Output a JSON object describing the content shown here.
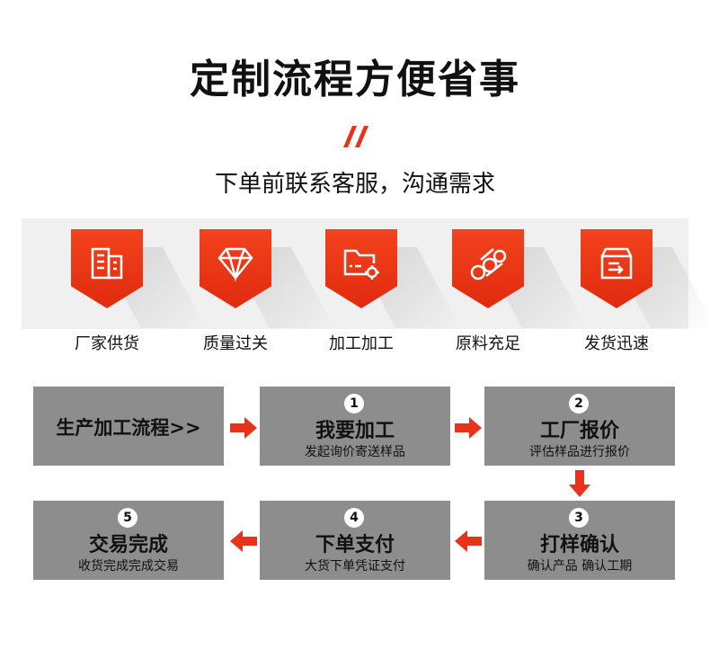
{
  "header": {
    "title": "定制流程方便省事",
    "subtitle": "下单前联系客服，沟通需求"
  },
  "features": [
    {
      "label": "厂家供货",
      "icon": "factory-building-icon"
    },
    {
      "label": "质量过关",
      "icon": "diamond-icon"
    },
    {
      "label": "加工加工",
      "icon": "folder-gear-icon"
    },
    {
      "label": "原料充足",
      "icon": "material-rolls-icon"
    },
    {
      "label": "发货迅速",
      "icon": "shipping-box-icon"
    }
  ],
  "process": {
    "start_label": "生产加工流程>>",
    "steps": [
      {
        "number": "1",
        "title": "我要加工",
        "desc": "发起询价寄送样品"
      },
      {
        "number": "2",
        "title": "工厂报价",
        "desc": "评估样品进行报价"
      },
      {
        "number": "3",
        "title": "打样确认",
        "desc": "确认产品 确认工期"
      },
      {
        "number": "4",
        "title": "下单支付",
        "desc": "大货下单凭证支付"
      },
      {
        "number": "5",
        "title": "交易完成",
        "desc": "收货完成完成交易"
      }
    ]
  },
  "colors": {
    "accent": "#e8321a",
    "box": "#8d8d8d",
    "band": "#f0f0f0"
  }
}
